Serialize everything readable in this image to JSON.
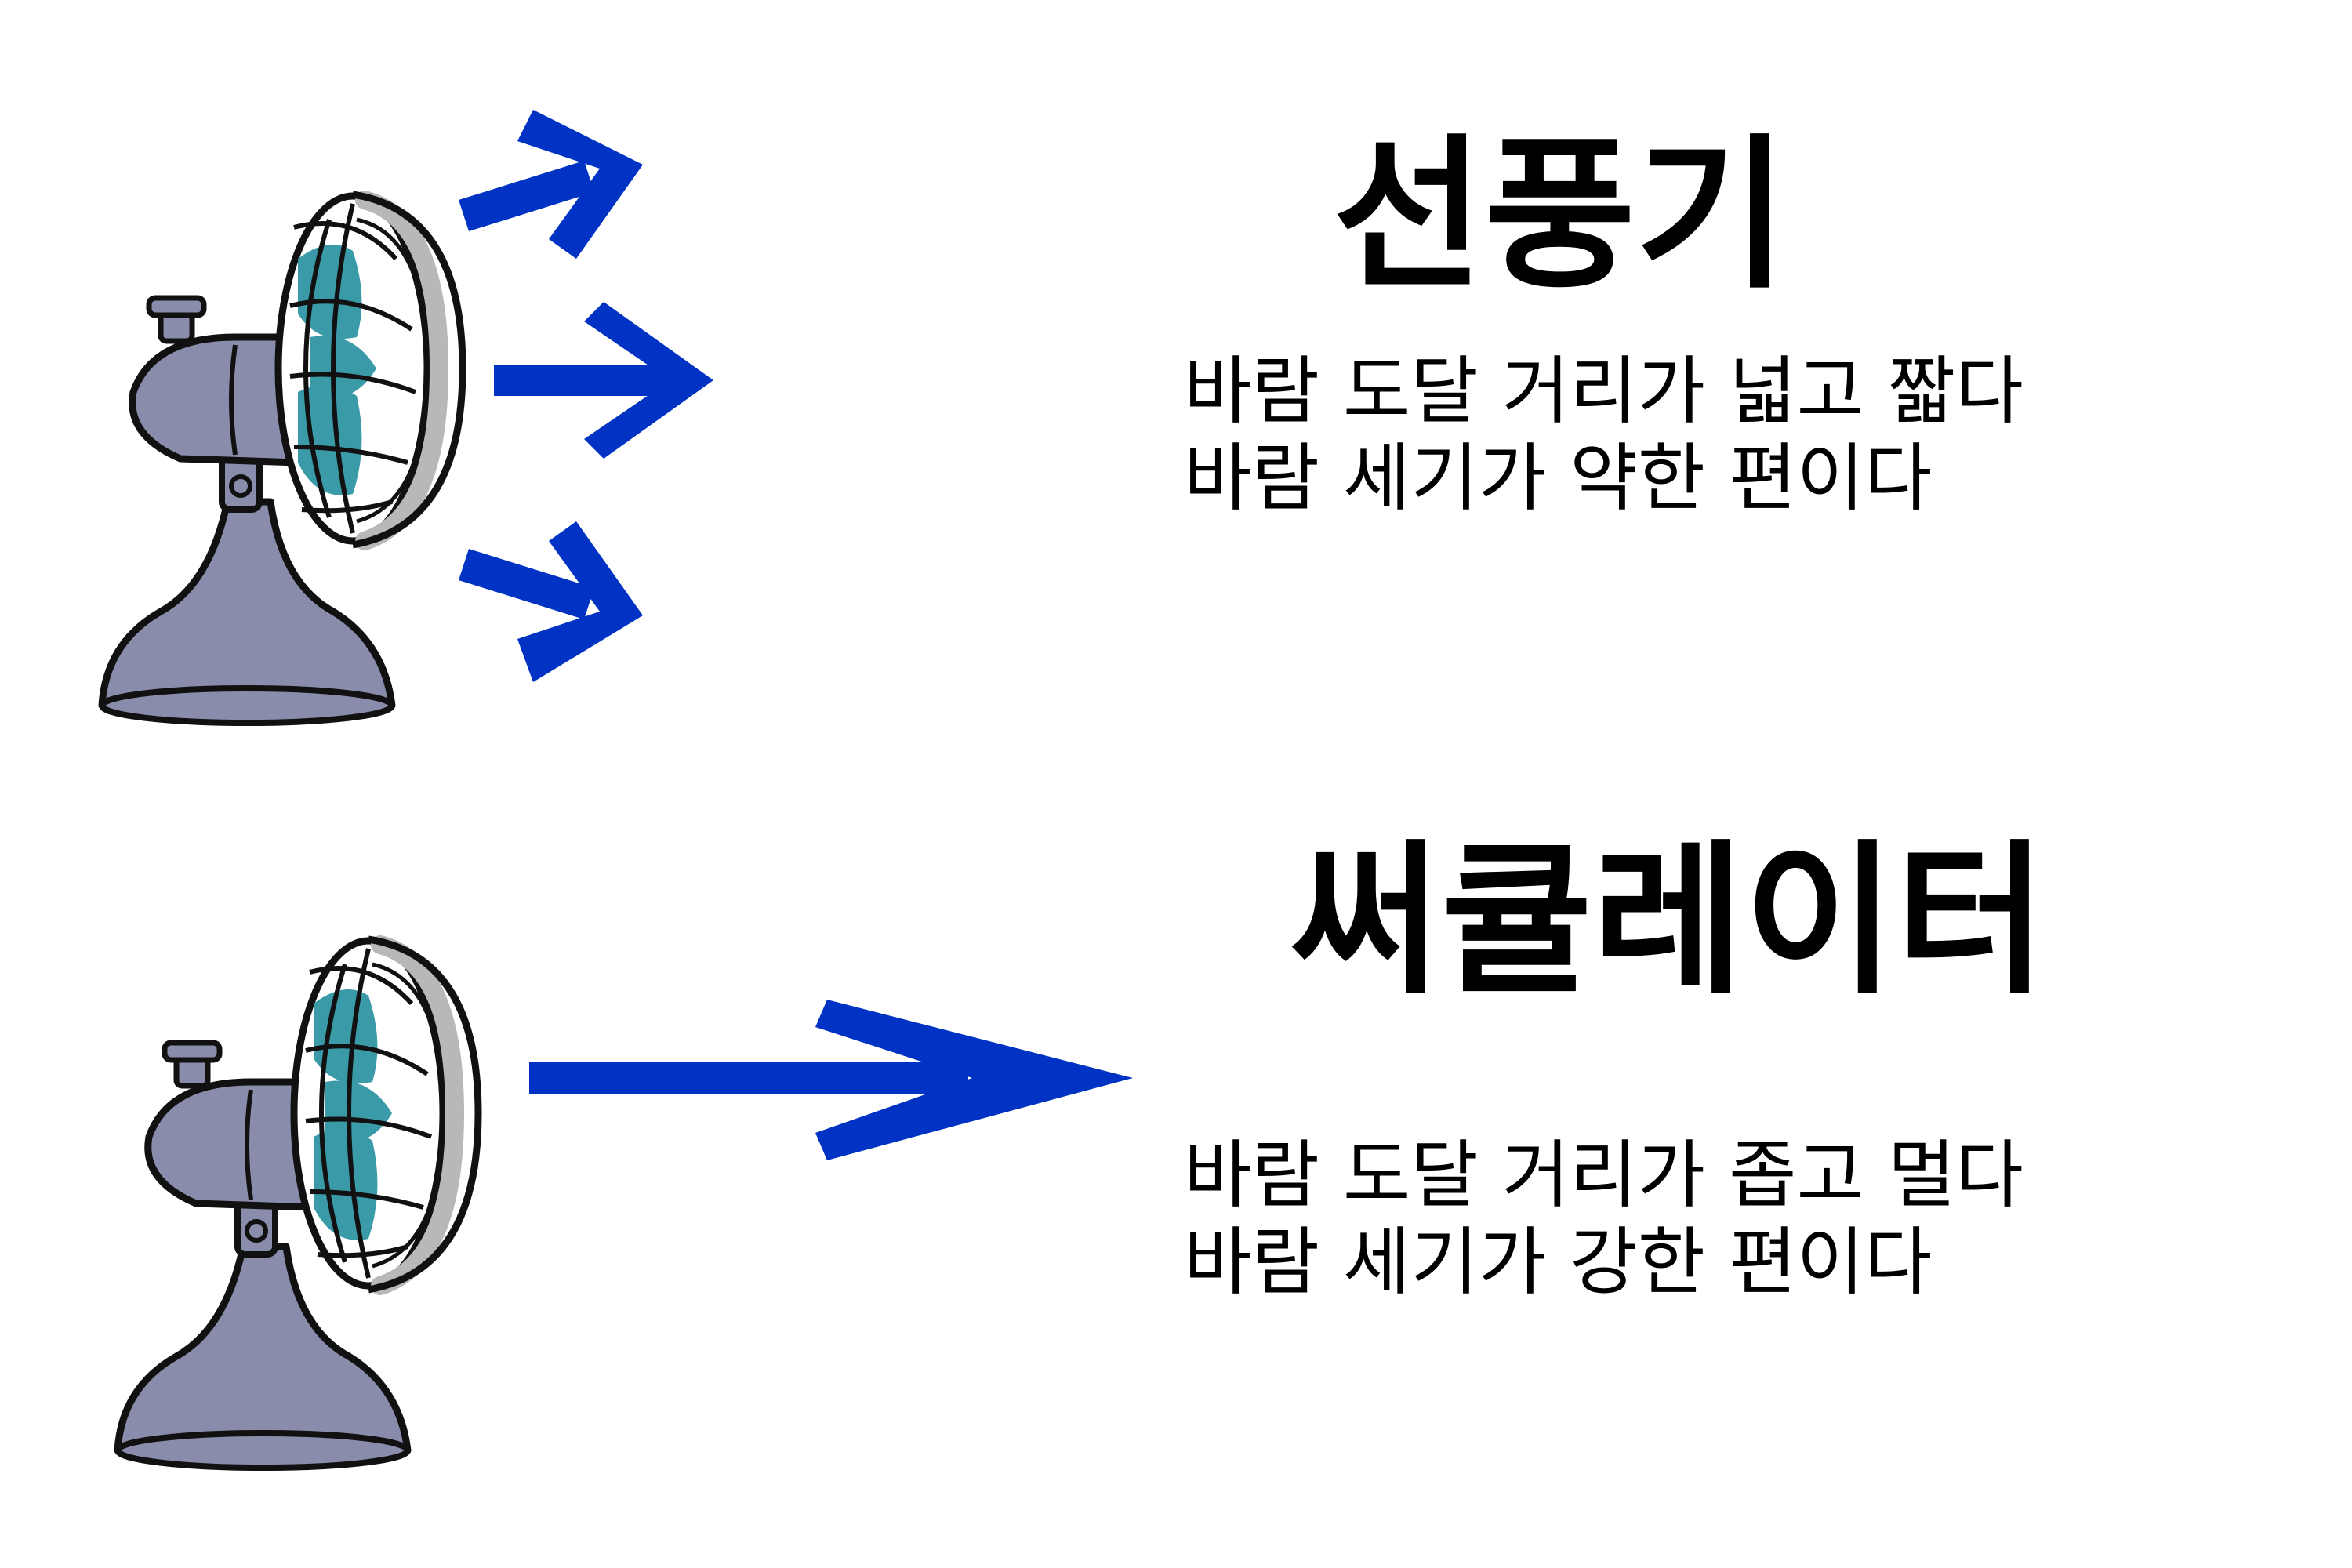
{
  "fan": {
    "title": "선풍기",
    "lines": [
      "바람 도달 거리가 넓고 짧다",
      "바람 세기가 약한 편이다"
    ]
  },
  "circulator": {
    "title": "써큘레이터",
    "lines": [
      "바람 도달 거리가 좁고 멀다",
      "바람 세기가 강한 편이다"
    ]
  },
  "colors": {
    "arrow": "#0033c4",
    "fan_body": "#8a8cab",
    "fan_blade": "#3a9aa8",
    "fan_rim": "#b8b8b8",
    "outline": "#111111"
  },
  "icons": {
    "fan_illustration": "desk-fan-icon",
    "air_flow": "arrow-right-icon"
  }
}
